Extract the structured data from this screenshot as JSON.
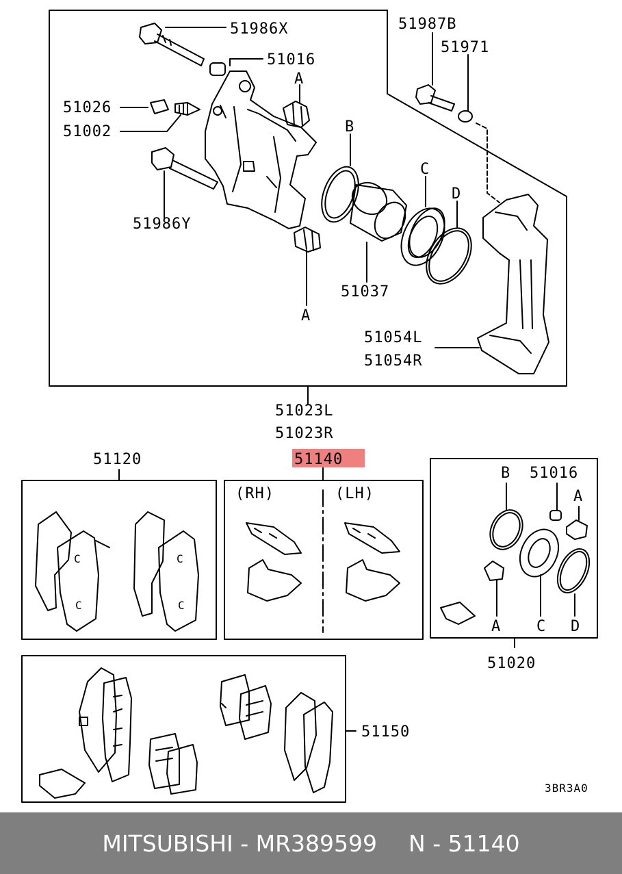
{
  "diagram": {
    "caliper_parts": {
      "p51986x": "51986X",
      "p51016": "51016",
      "p51026": "51026",
      "p51002": "51002",
      "p51986y": "51986Y",
      "p51987b": "51987B",
      "p51971": "51971",
      "ref_a_top": "A",
      "ref_a_bottom": "A",
      "ref_b": "B",
      "ref_c": "C",
      "ref_d": "D",
      "p51037": "51037",
      "p51054l": "51054L",
      "p51054r": "51054R"
    },
    "assembly": {
      "left": "51023L",
      "right": "51023R"
    },
    "pad_set": {
      "number": "51120"
    },
    "clip_kit": {
      "number": "51140",
      "highlight_color": "#f08080",
      "rh": "(RH)",
      "lh": "(LH)"
    },
    "seal_kit": {
      "number": "51020",
      "ref_b": "B",
      "p51016": "51016",
      "ref_a_top": "A",
      "ref_a_bottom": "A",
      "ref_c": "C",
      "ref_d": "D"
    },
    "pad_kit": {
      "number": "51150"
    },
    "drawing_code": "3BR3A0"
  },
  "footer": {
    "brand": "MITSUBISHI",
    "separator": " - ",
    "part_number": "MR389599",
    "ref_prefix": "N - ",
    "ref_number": "51140"
  }
}
